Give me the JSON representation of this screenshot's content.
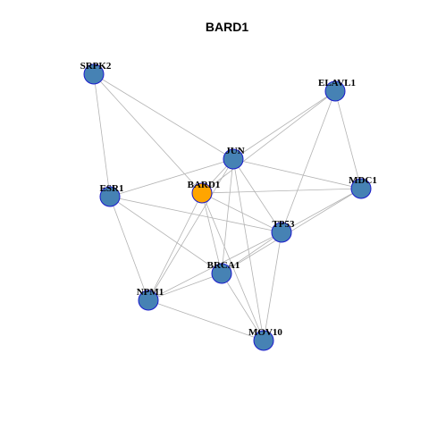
{
  "title": "BARD1",
  "colors": {
    "center": "#FFA500",
    "neighbor": "#4682B4",
    "node_border": "#1A1ACC",
    "edge": "#B3B3B3"
  },
  "nodes": [
    {
      "id": "BARD1",
      "label": "BARD1",
      "role": "center"
    },
    {
      "id": "SRPK2",
      "label": "SRPK2",
      "role": "neighbor"
    },
    {
      "id": "ELAVL1",
      "label": "ELAVL1",
      "role": "neighbor"
    },
    {
      "id": "JUN",
      "label": "JUN",
      "role": "neighbor"
    },
    {
      "id": "ESR1",
      "label": "ESR1",
      "role": "neighbor"
    },
    {
      "id": "MDC1",
      "label": "MDC1",
      "role": "neighbor"
    },
    {
      "id": "TP53",
      "label": "TP53",
      "role": "neighbor"
    },
    {
      "id": "BRCA1",
      "label": "BRCA1",
      "role": "neighbor"
    },
    {
      "id": "NPM1",
      "label": "NPM1",
      "role": "neighbor"
    },
    {
      "id": "MOV10",
      "label": "MOV10",
      "role": "neighbor"
    }
  ],
  "edges": [
    [
      "SRPK2",
      "JUN"
    ],
    [
      "SRPK2",
      "ESR1"
    ],
    [
      "SRPK2",
      "BARD1"
    ],
    [
      "ELAVL1",
      "JUN"
    ],
    [
      "ELAVL1",
      "BARD1"
    ],
    [
      "ELAVL1",
      "MDC1"
    ],
    [
      "ELAVL1",
      "TP53"
    ],
    [
      "JUN",
      "ESR1"
    ],
    [
      "JUN",
      "MDC1"
    ],
    [
      "JUN",
      "TP53"
    ],
    [
      "JUN",
      "BRCA1"
    ],
    [
      "JUN",
      "NPM1"
    ],
    [
      "JUN",
      "MOV10"
    ],
    [
      "JUN",
      "BARD1"
    ],
    [
      "BARD1",
      "MDC1"
    ],
    [
      "BARD1",
      "TP53"
    ],
    [
      "BARD1",
      "BRCA1"
    ],
    [
      "BARD1",
      "NPM1"
    ],
    [
      "BARD1",
      "MOV10"
    ],
    [
      "ESR1",
      "TP53"
    ],
    [
      "ESR1",
      "BRCA1"
    ],
    [
      "ESR1",
      "NPM1"
    ],
    [
      "MDC1",
      "TP53"
    ],
    [
      "MDC1",
      "BRCA1"
    ],
    [
      "TP53",
      "BRCA1"
    ],
    [
      "TP53",
      "NPM1"
    ],
    [
      "TP53",
      "MOV10"
    ],
    [
      "BRCA1",
      "NPM1"
    ],
    [
      "BRCA1",
      "MOV10"
    ],
    [
      "NPM1",
      "MOV10"
    ]
  ]
}
